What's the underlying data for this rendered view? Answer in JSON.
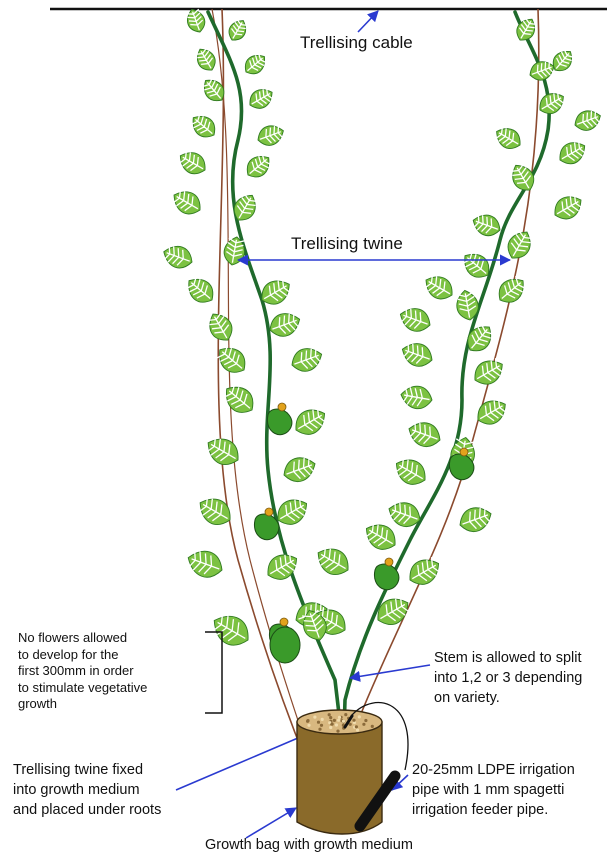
{
  "colors": {
    "leaf_fill": "#7cc242",
    "leaf_stroke": "#2f7a20",
    "vein": "#ffffff",
    "stem": "#1f6a2c",
    "twine": "#8b4a2e",
    "fruit": "#3a9a2a",
    "flower": "#e2a21c",
    "arrow": "#2a3ad0",
    "pot": "#8a6a2a",
    "medium": "#d8b880",
    "pipe": "#111111"
  },
  "labels": {
    "cable": "Trellising cable",
    "twine": "Trellising twine",
    "no_flowers": [
      "No flowers allowed",
      "to develop for the",
      "first 300mm in order",
      "to stimulate vegetative",
      "growth"
    ],
    "stem_split": [
      "Stem is allowed to split",
      "into 1,2 or 3 depending",
      "on variety."
    ],
    "twine_fixed": [
      "Trellising twine fixed",
      "into growth medium",
      "and placed under roots"
    ],
    "irrigation": [
      "20-25mm LDPE irrigation",
      "pipe with 1 mm spagetti",
      "irrigation feeder pipe."
    ],
    "growth_bag": "Growth bag with growth medium"
  }
}
